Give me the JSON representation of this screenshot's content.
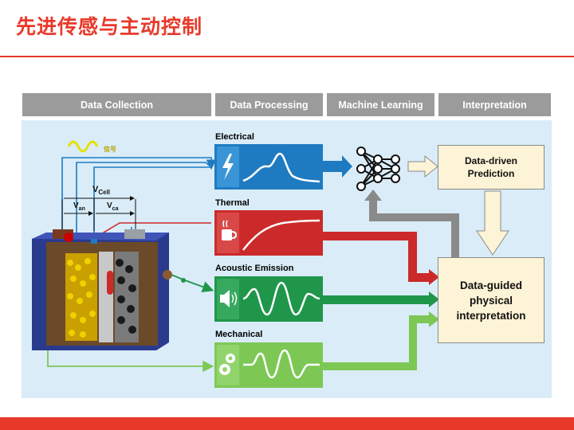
{
  "slide": {
    "title": "先进传感与主动控制"
  },
  "headers": {
    "data_collection": "Data Collection",
    "data_processing": "Data Processing",
    "machine_learning": "Machine Learning",
    "interpretation": "Interpretation"
  },
  "signals": [
    {
      "label": "Electrical",
      "color": "#1f7bc1"
    },
    {
      "label": "Thermal",
      "color": "#cc2a2a"
    },
    {
      "label": "Acoustic Emission",
      "color": "#20964a"
    },
    {
      "label": "Mechanical",
      "color": "#7dc855"
    }
  ],
  "battery": {
    "v_cell": "V",
    "v_cell_sub": "Cell",
    "v_an": "V",
    "v_an_sub": "an",
    "v_ca": "V",
    "v_ca_sub": "ca",
    "wave_label": "信号"
  },
  "outputs": {
    "prediction": "Data-driven Prediction",
    "interpretation": "Data-guided physical interpretation"
  },
  "colors": {
    "accent": "#e8392a",
    "header_bg": "#9b9b9b",
    "panel_bg": "#d9ecf8",
    "output_bg": "#fdf3d6",
    "ml_arrow": "#8a8a8a"
  }
}
